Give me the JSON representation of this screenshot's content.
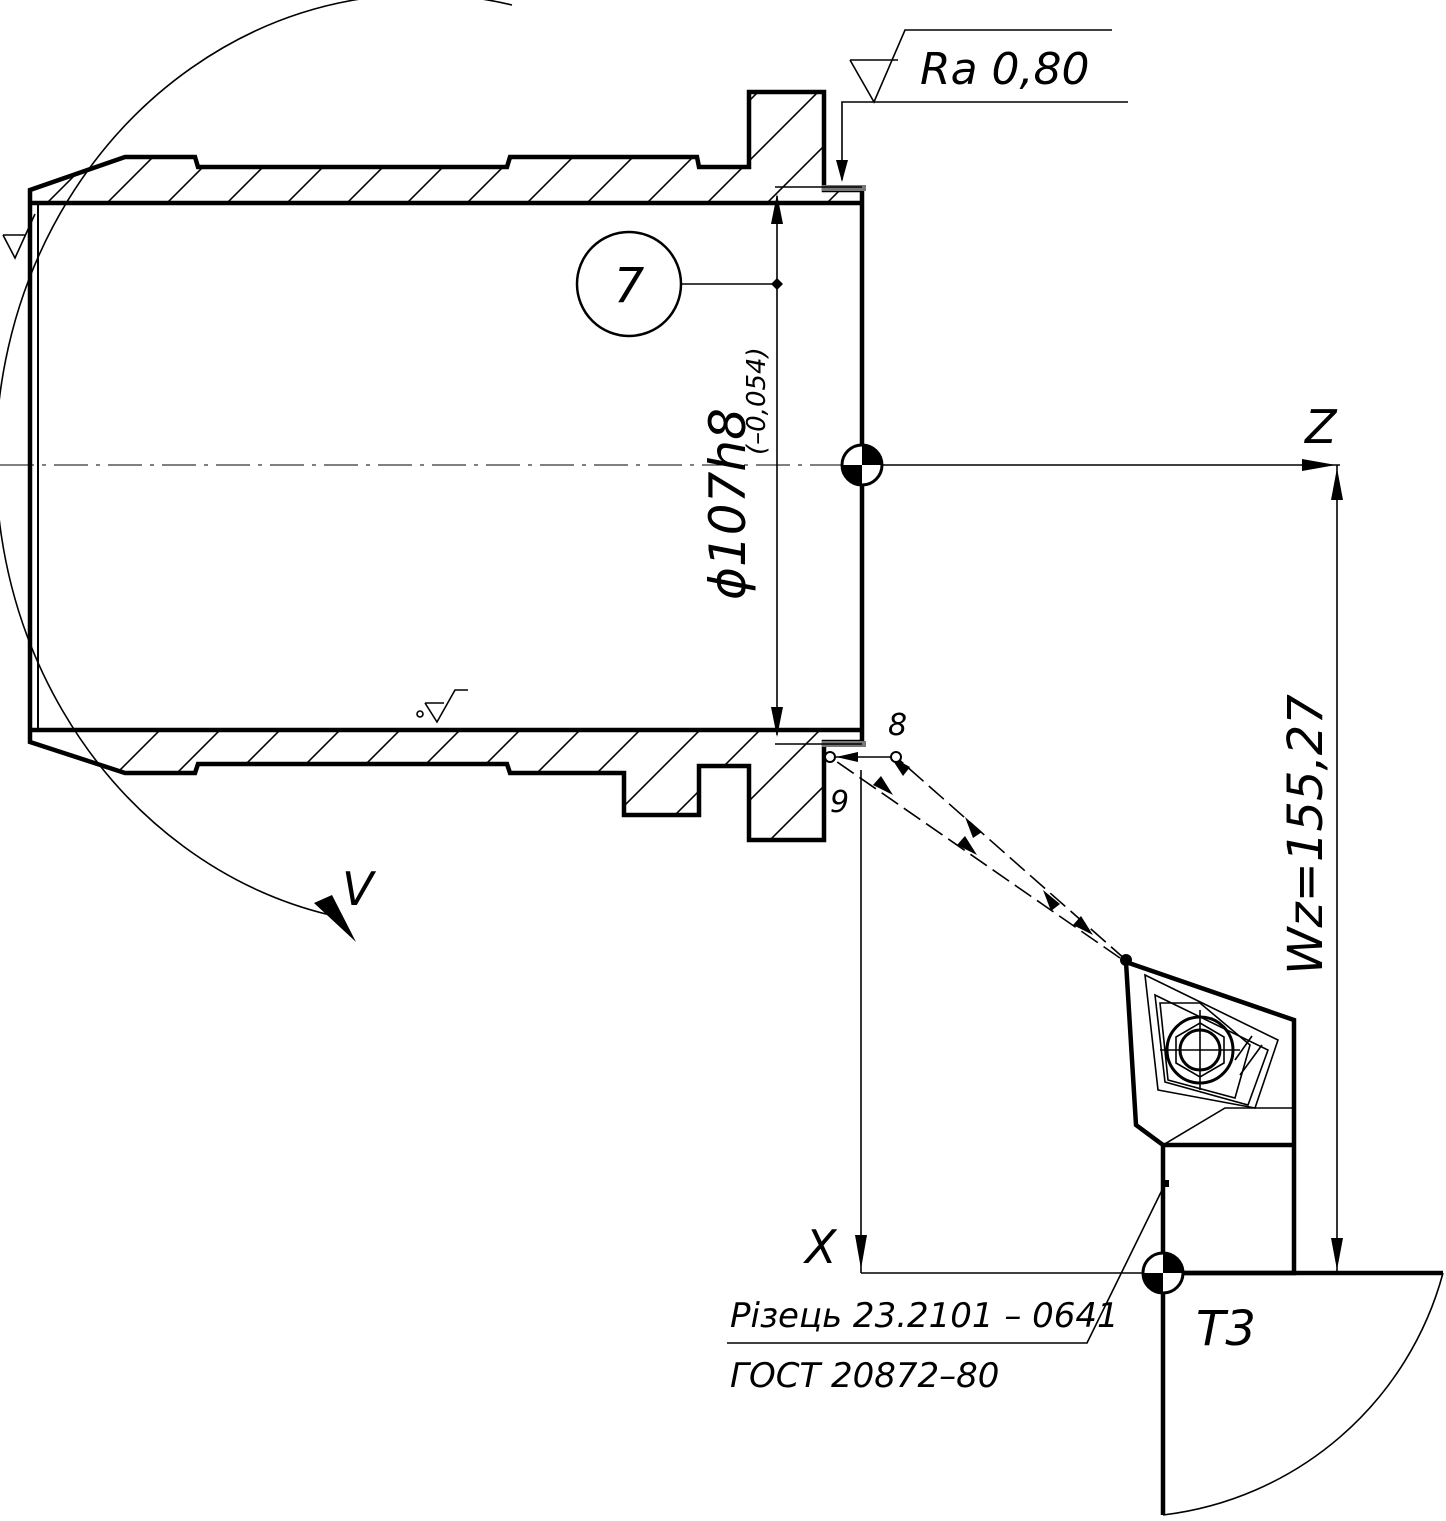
{
  "surface_finish": {
    "label": "Ra 0,80"
  },
  "operation_marker": {
    "number": "7"
  },
  "diameter_dim": {
    "main": "ϕ107h8",
    "tolerance": "(–0,054)"
  },
  "axes": {
    "z_label": "Z",
    "x_label": "X"
  },
  "offset_dim": {
    "label": "Wz=155,27"
  },
  "cutting_speed": {
    "label": "V"
  },
  "points": {
    "start": "8",
    "finish": "9"
  },
  "tool_point": {
    "label": "Т3"
  },
  "tool_spec": {
    "line1": "Різець 23.2101 – 0641",
    "line2": "ГОСТ 20872–80"
  }
}
